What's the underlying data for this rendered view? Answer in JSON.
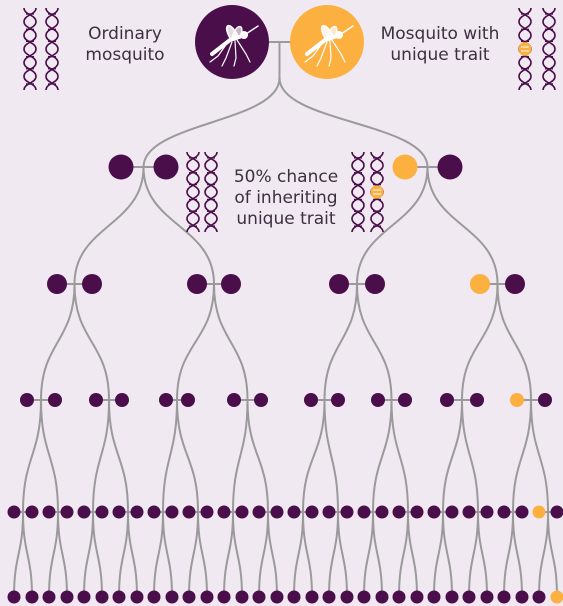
{
  "labels": {
    "ordinary": [
      "Ordinary",
      "mosquito"
    ],
    "unique": [
      "Mosquito with",
      "unique trait"
    ],
    "chance": [
      "50% chance",
      "of inheriting",
      "unique trait"
    ]
  },
  "colors": {
    "background": "#f1e9f2",
    "ordinary": "#4a0f4a",
    "unique": "#fbb040",
    "line": "#9a9a9a",
    "text": "#3d2f3f"
  },
  "icons": [
    "dna-icon",
    "mosquito-icon"
  ],
  "generations": [
    {
      "count": 2,
      "unique_index": [
        1
      ]
    },
    {
      "count": 4,
      "unique_index": [
        2
      ]
    },
    {
      "count": 8,
      "unique_index": [
        6
      ]
    },
    {
      "count": 16,
      "unique_index": [
        14
      ]
    },
    {
      "count": 32,
      "unique_index": [
        30
      ]
    },
    {
      "count": 32,
      "unique_index": [
        31
      ]
    }
  ]
}
